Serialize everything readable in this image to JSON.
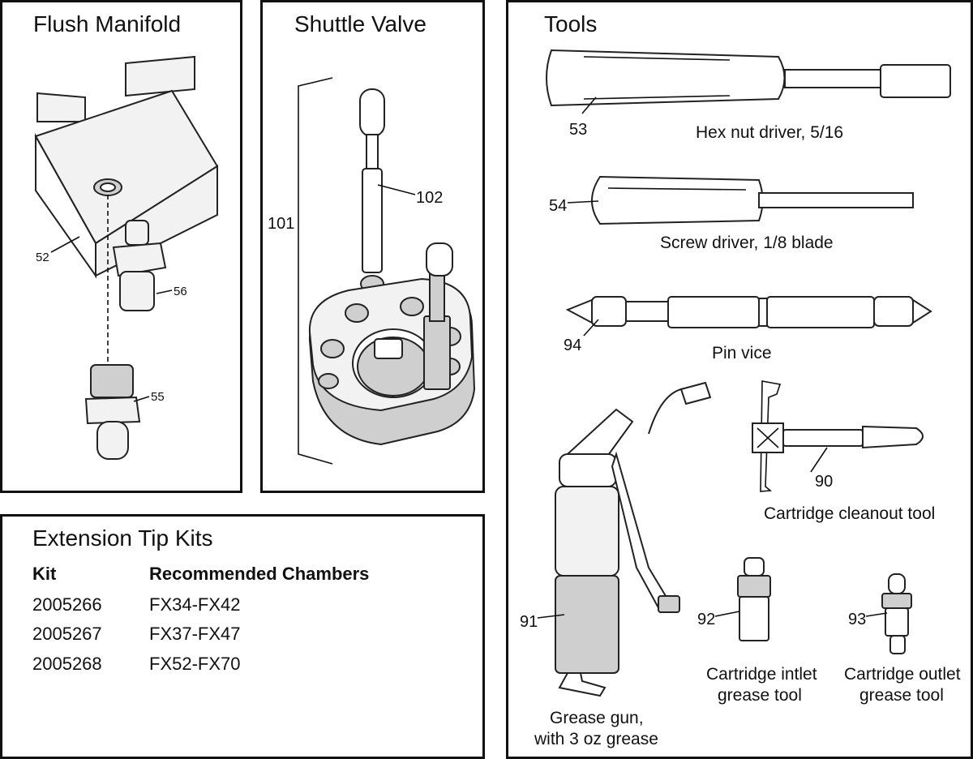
{
  "panels": {
    "flush_manifold": {
      "title": "Flush Manifold",
      "labels": {
        "p52": "52",
        "p56": "56",
        "p55": "55"
      }
    },
    "shuttle_valve": {
      "title": "Shuttle Valve",
      "labels": {
        "p101": "101",
        "p102": "102"
      }
    },
    "tools": {
      "title": "Tools",
      "items": [
        {
          "num": "53",
          "caption": "Hex nut driver, 5/16"
        },
        {
          "num": "54",
          "caption": "Screw driver, 1/8 blade"
        },
        {
          "num": "94",
          "caption": "Pin vice"
        },
        {
          "num": "90",
          "caption": "Cartridge cleanout tool"
        },
        {
          "num": "91",
          "caption_lines": [
            "Grease gun,",
            "with 3 oz grease"
          ]
        },
        {
          "num": "92",
          "caption_lines": [
            "Cartridge intlet",
            "grease tool"
          ]
        },
        {
          "num": "93",
          "caption_lines": [
            "Cartridge outlet",
            "grease tool"
          ]
        }
      ]
    },
    "extension_tip_kits": {
      "title": "Extension Tip Kits",
      "headers": [
        "Kit",
        "Recommended Chambers"
      ],
      "rows": [
        [
          "2005266",
          "FX34-FX42"
        ],
        [
          "2005267",
          "FX37-FX47"
        ],
        [
          "2005268",
          "FX52-FX70"
        ]
      ]
    }
  }
}
